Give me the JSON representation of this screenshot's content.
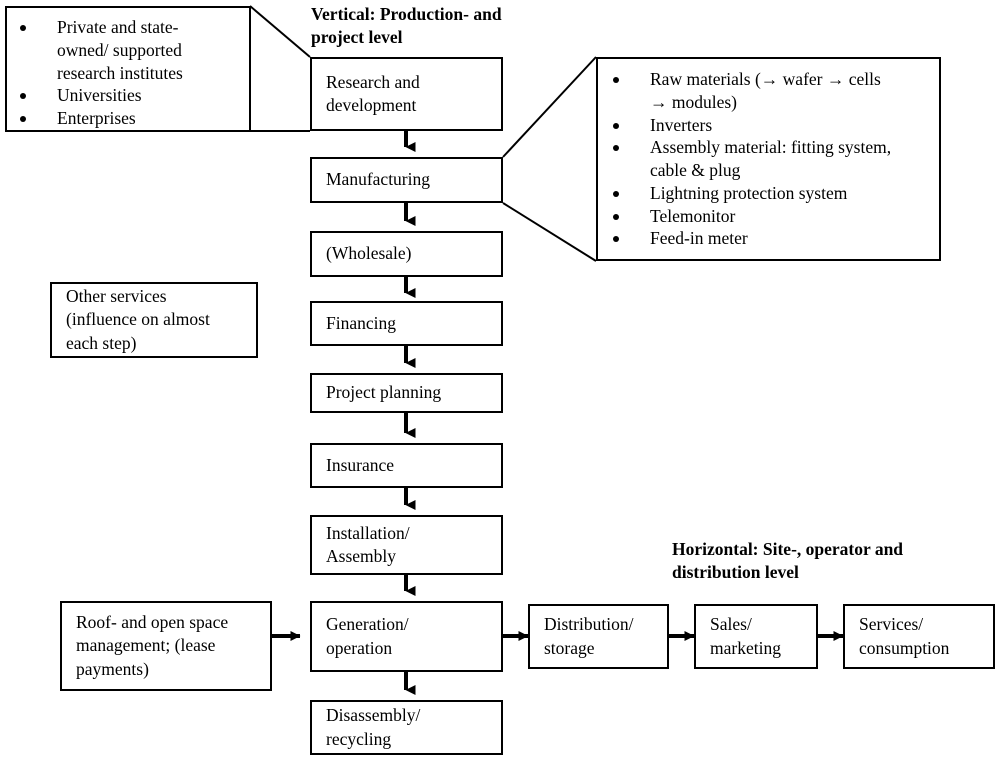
{
  "diagram": {
    "headers": [
      {
        "id": "vertical-header",
        "text": "Vertical: Production- and\nproject level"
      },
      {
        "id": "horizontal-header",
        "text": "Horizontal: Site-, operator and\ndistribution level"
      }
    ],
    "callouts": [
      {
        "id": "research-actors-callout",
        "items": [
          "Private and state-\nowned/ supported\nresearch institutes",
          "Universities",
          "Enterprises"
        ]
      },
      {
        "id": "manufacturing-components-callout",
        "items": [
          "Raw materials (→ wafer → cells\n→ modules)",
          "Inverters",
          "Assembly material: fitting system,\ncable & plug",
          "Lightning protection system",
          "Telemonitor",
          "Feed-in meter"
        ]
      }
    ],
    "vertical_chain": [
      {
        "id": "research-and-development",
        "label": "Research and\ndevelopment"
      },
      {
        "id": "manufacturing",
        "label": "Manufacturing"
      },
      {
        "id": "wholesale",
        "label": "(Wholesale)"
      },
      {
        "id": "financing",
        "label": "Financing"
      },
      {
        "id": "project-planning",
        "label": "Project planning"
      },
      {
        "id": "insurance",
        "label": "Insurance"
      },
      {
        "id": "installation-assembly",
        "label": "Installation/\nAssembly"
      },
      {
        "id": "generation-operation",
        "label": "Generation/\noperation"
      },
      {
        "id": "disassembly-recycling",
        "label": "Disassembly/\nrecycling"
      }
    ],
    "horizontal_chain": [
      {
        "id": "distribution-storage",
        "label": "Distribution/\nstorage"
      },
      {
        "id": "sales-marketing",
        "label": "Sales/\nmarketing"
      },
      {
        "id": "services-consumption",
        "label": "Services/\nconsumption"
      }
    ],
    "side_boxes": [
      {
        "id": "other-services",
        "label": "Other services\n(influence on almost\neach step)"
      },
      {
        "id": "roof-and-open-space-management",
        "label": "Roof- and open space\nmanagement; (lease\npayments)"
      }
    ],
    "colors": {
      "stroke": "#000000",
      "background": "#ffffff",
      "text": "#000000"
    }
  }
}
